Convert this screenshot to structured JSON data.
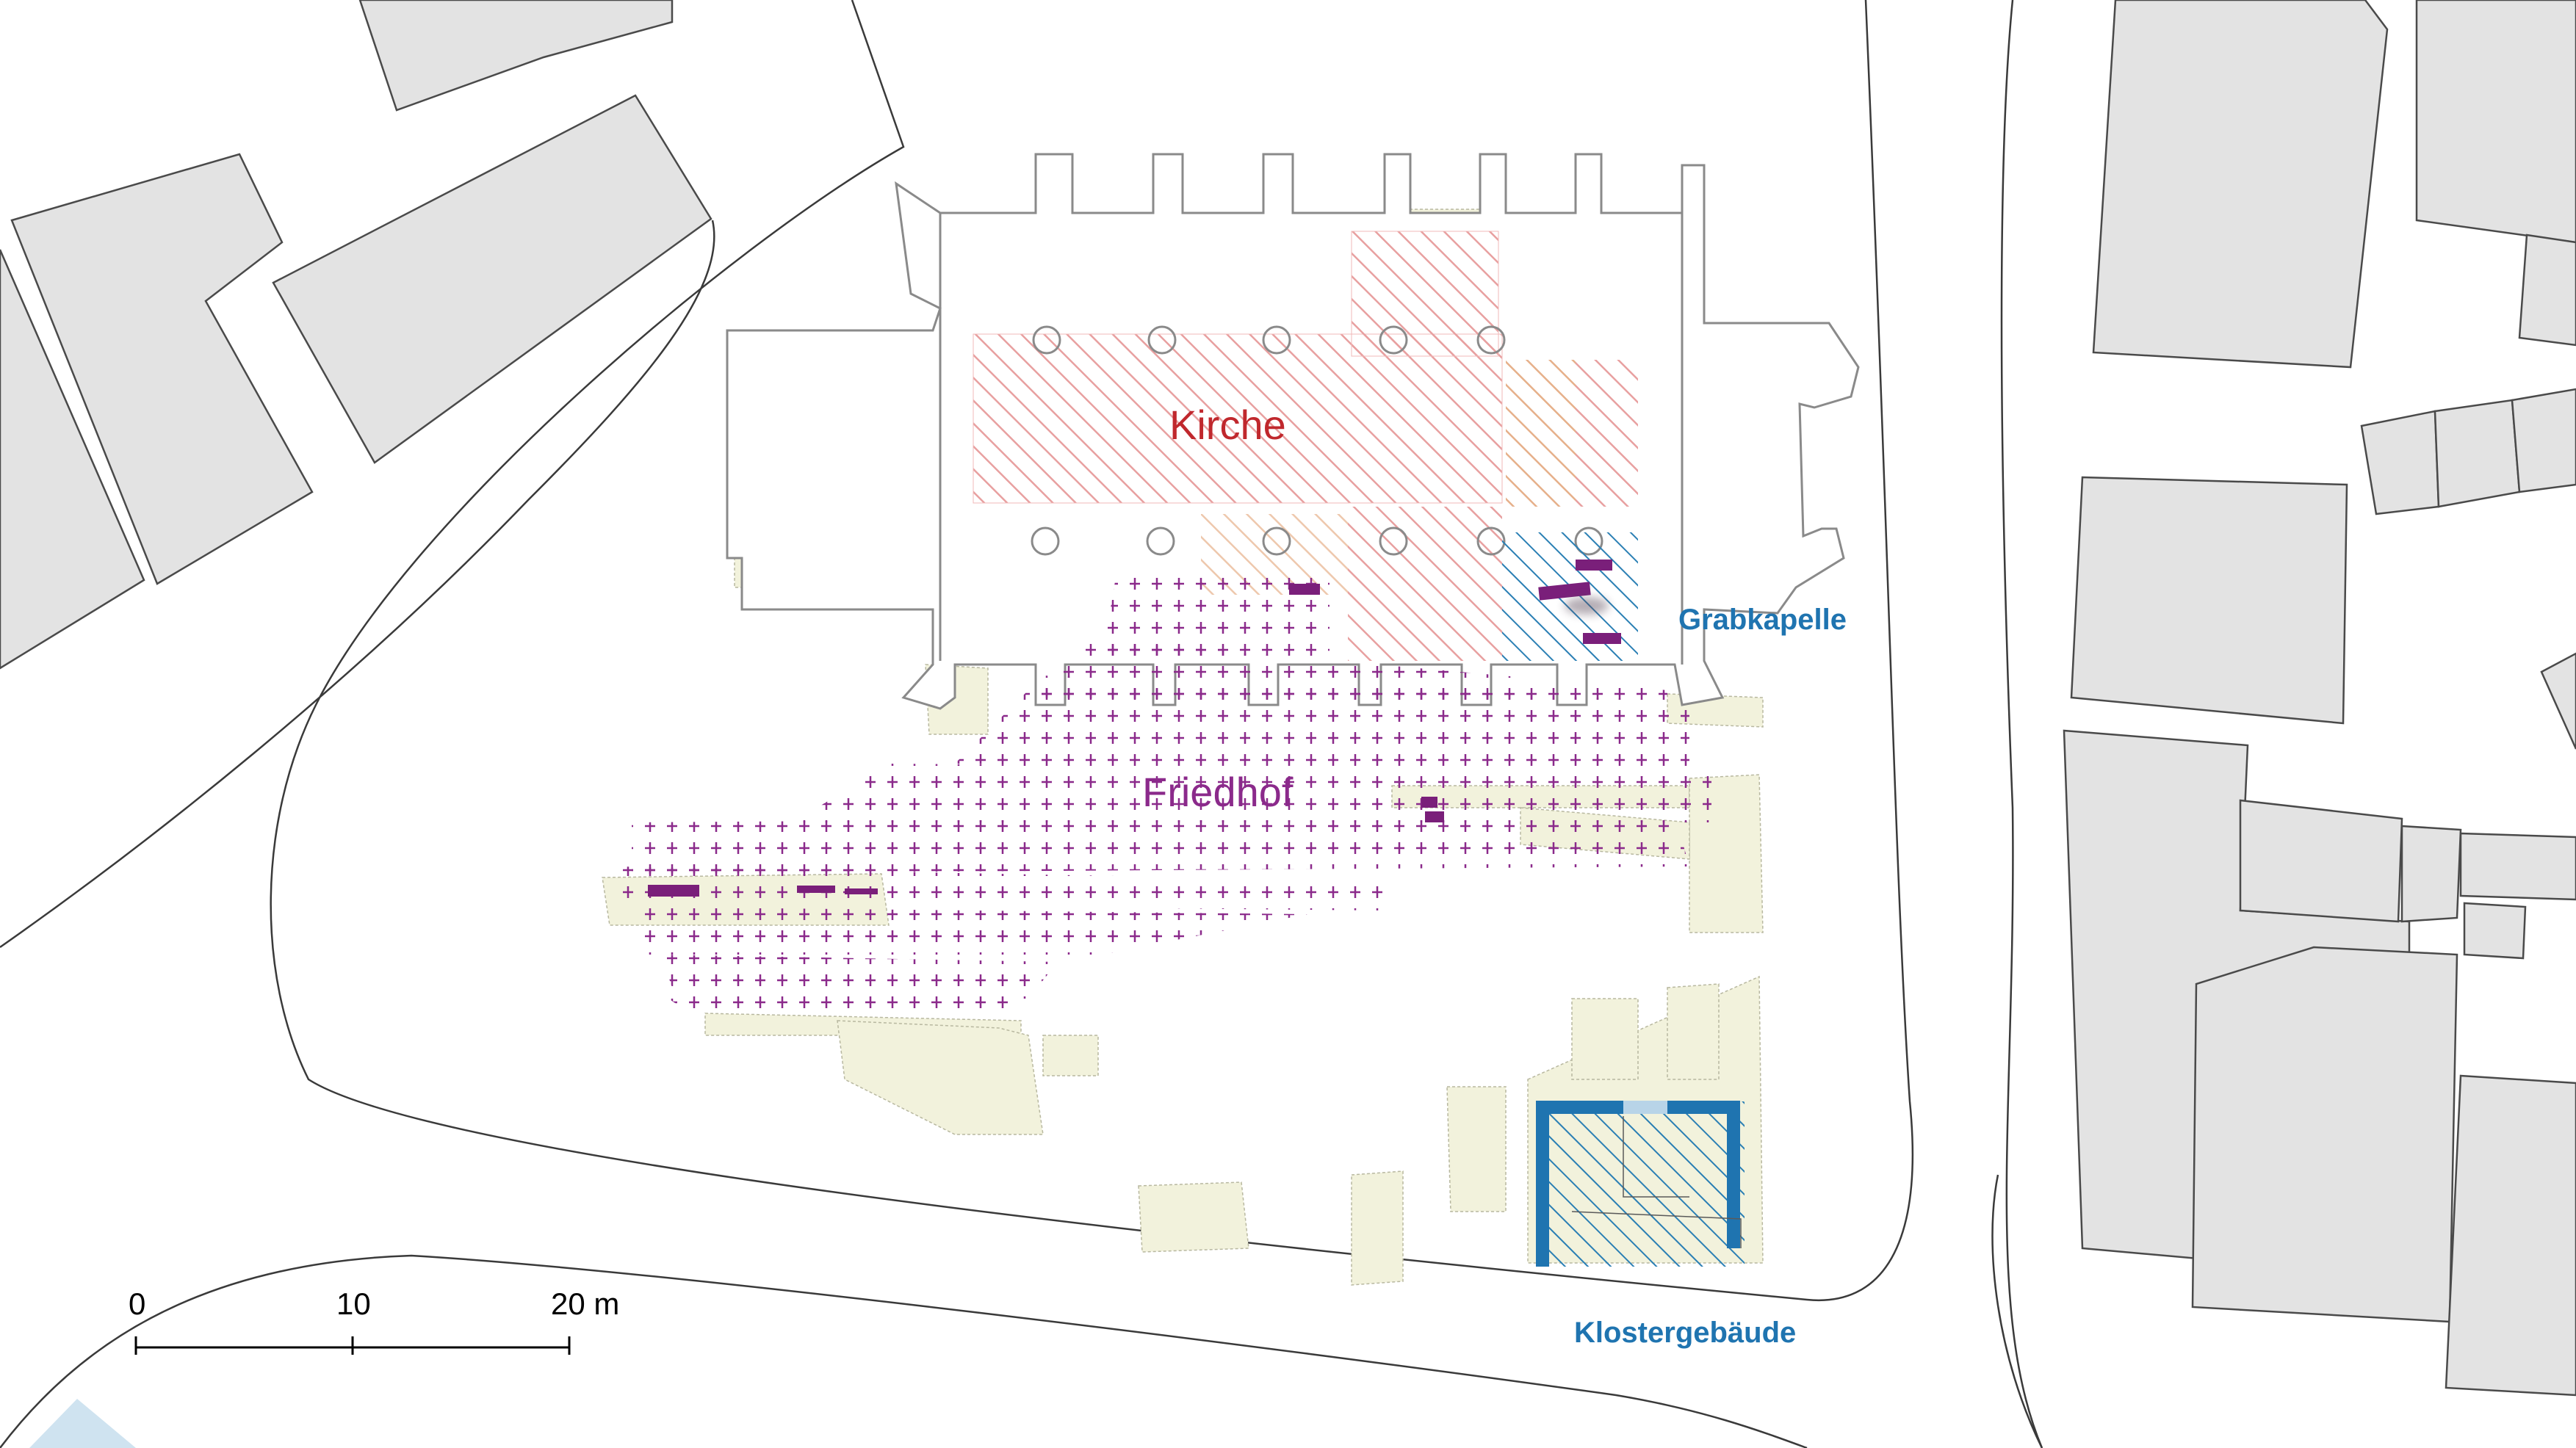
{
  "labels": {
    "church": "Kirche",
    "cemetery": "Friedhof",
    "burial_chapel": "Grabkapelle",
    "monastery": "Klostergebäude"
  },
  "scale_bar": {
    "ticks": [
      "0",
      "10",
      "20 m"
    ]
  },
  "colors": {
    "building_fill": "#e3e3e3",
    "building_stroke": "#4a4a4a",
    "excavation_fill": "#f2f2dc",
    "church_hatch": "#e07a7a",
    "chapel_hatch": "#2a7fb4",
    "cemetery_cross": "#8b2a8b",
    "grave_fill": "#7a1f7a",
    "church_label": "#c0282d",
    "cemetery_label": "#8b2a8b",
    "blue_label": "#1f74b0"
  }
}
